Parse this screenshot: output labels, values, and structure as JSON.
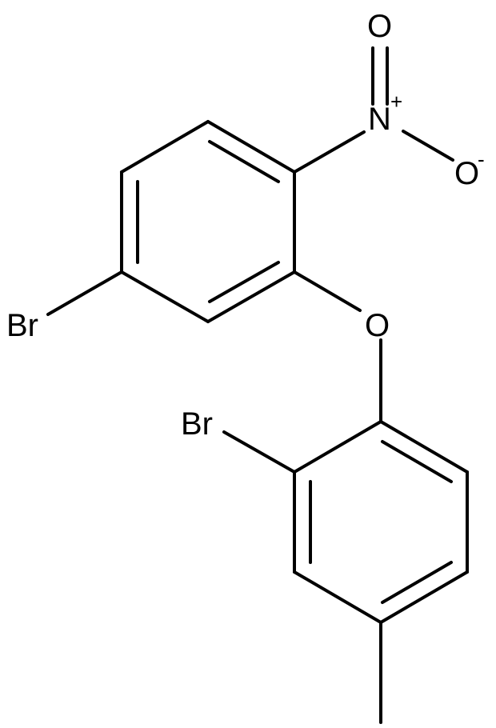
{
  "atoms": {
    "oxygen_top": "O",
    "nitrogen": "N",
    "nitrogen_charge": "+",
    "oxygen_right": "O",
    "oxygen_right_charge": "-",
    "ether_oxygen": "O",
    "bromine_left": "Br",
    "bromine_lower": "Br"
  }
}
